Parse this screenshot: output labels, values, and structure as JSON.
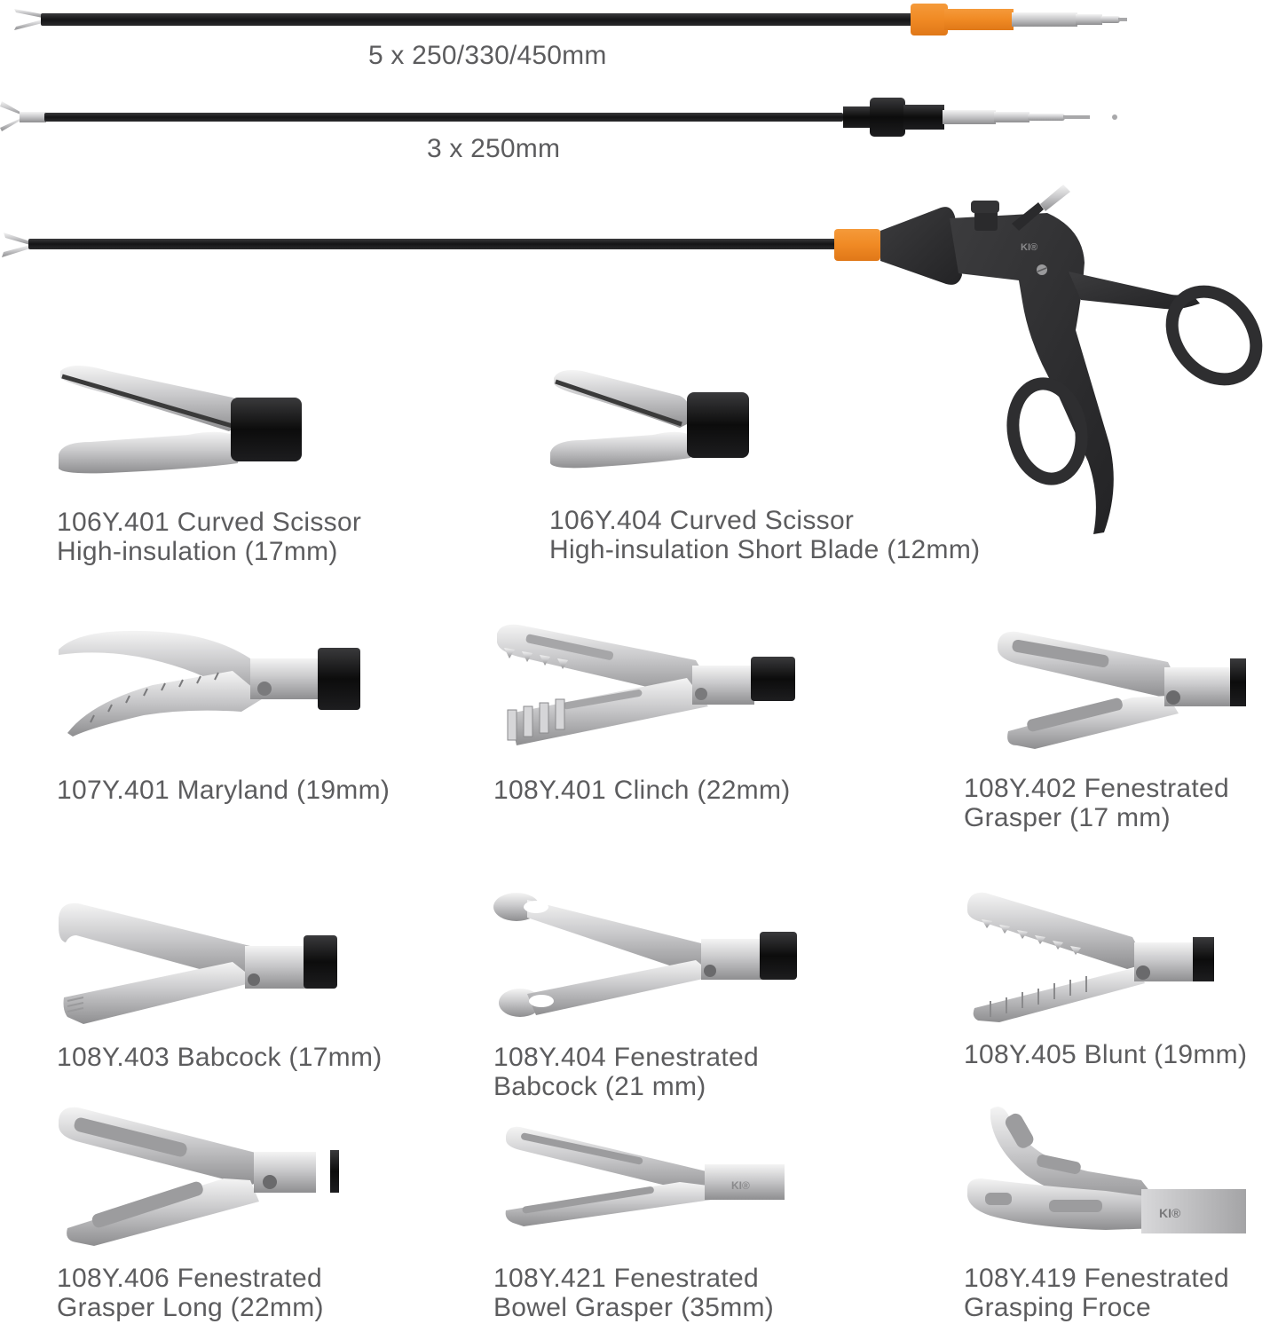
{
  "colors": {
    "shaft": "#1e1e20",
    "orange_connector": "#f08a24",
    "black_connector": "#141414",
    "metal_light": "#e4e4e4",
    "metal_mid": "#b8b8ba",
    "metal_dark": "#8a8a8c",
    "handle": "#2e2e30",
    "text": "#5c5c5e"
  },
  "shafts": [
    {
      "id": "shaft-5mm",
      "connector": "orange",
      "label": "5 x 250/330/450mm"
    },
    {
      "id": "shaft-3mm",
      "connector": "black",
      "label": "3 x 250mm"
    },
    {
      "id": "shaft-with-handle",
      "connector": "orange",
      "label": ""
    }
  ],
  "handle": {
    "brand_mark": "KI®"
  },
  "instruments": [
    {
      "code": "106Y.401",
      "line1": "106Y.401 Curved Scissor",
      "line2": "High-insulation (17mm)",
      "type": "scissor"
    },
    {
      "code": "106Y.404",
      "line1": "106Y.404 Curved Scissor",
      "line2": "High-insulation Short Blade (12mm)",
      "type": "scissor-short"
    },
    {
      "code": "107Y.401",
      "line1": "107Y.401 Maryland (19mm)",
      "line2": "",
      "type": "maryland"
    },
    {
      "code": "108Y.401",
      "line1": "108Y.401 Clinch (22mm)",
      "line2": "",
      "type": "clinch"
    },
    {
      "code": "108Y.402",
      "line1": "108Y.402 Fenestrated",
      "line2": "Grasper (17 mm)",
      "type": "fenestrated"
    },
    {
      "code": "108Y.403",
      "line1": "108Y.403 Babcock (17mm)",
      "line2": "",
      "type": "babcock"
    },
    {
      "code": "108Y.404",
      "line1": "108Y.404 Fenestrated",
      "line2": "Babcock (21 mm)",
      "type": "fen-babcock"
    },
    {
      "code": "108Y.405",
      "line1": "108Y.405 Blunt (19mm)",
      "line2": "",
      "type": "blunt"
    },
    {
      "code": "108Y.406",
      "line1": "108Y.406 Fenestrated",
      "line2": "Grasper Long (22mm)",
      "type": "fen-long"
    },
    {
      "code": "108Y.421",
      "line1": "108Y.421 Fenestrated",
      "line2": "Bowel Grasper (35mm)",
      "type": "bowel"
    },
    {
      "code": "108Y.419",
      "line1": "108Y.419 Fenestrated",
      "line2": "Grasping Froce",
      "type": "grasping-forceps"
    }
  ]
}
